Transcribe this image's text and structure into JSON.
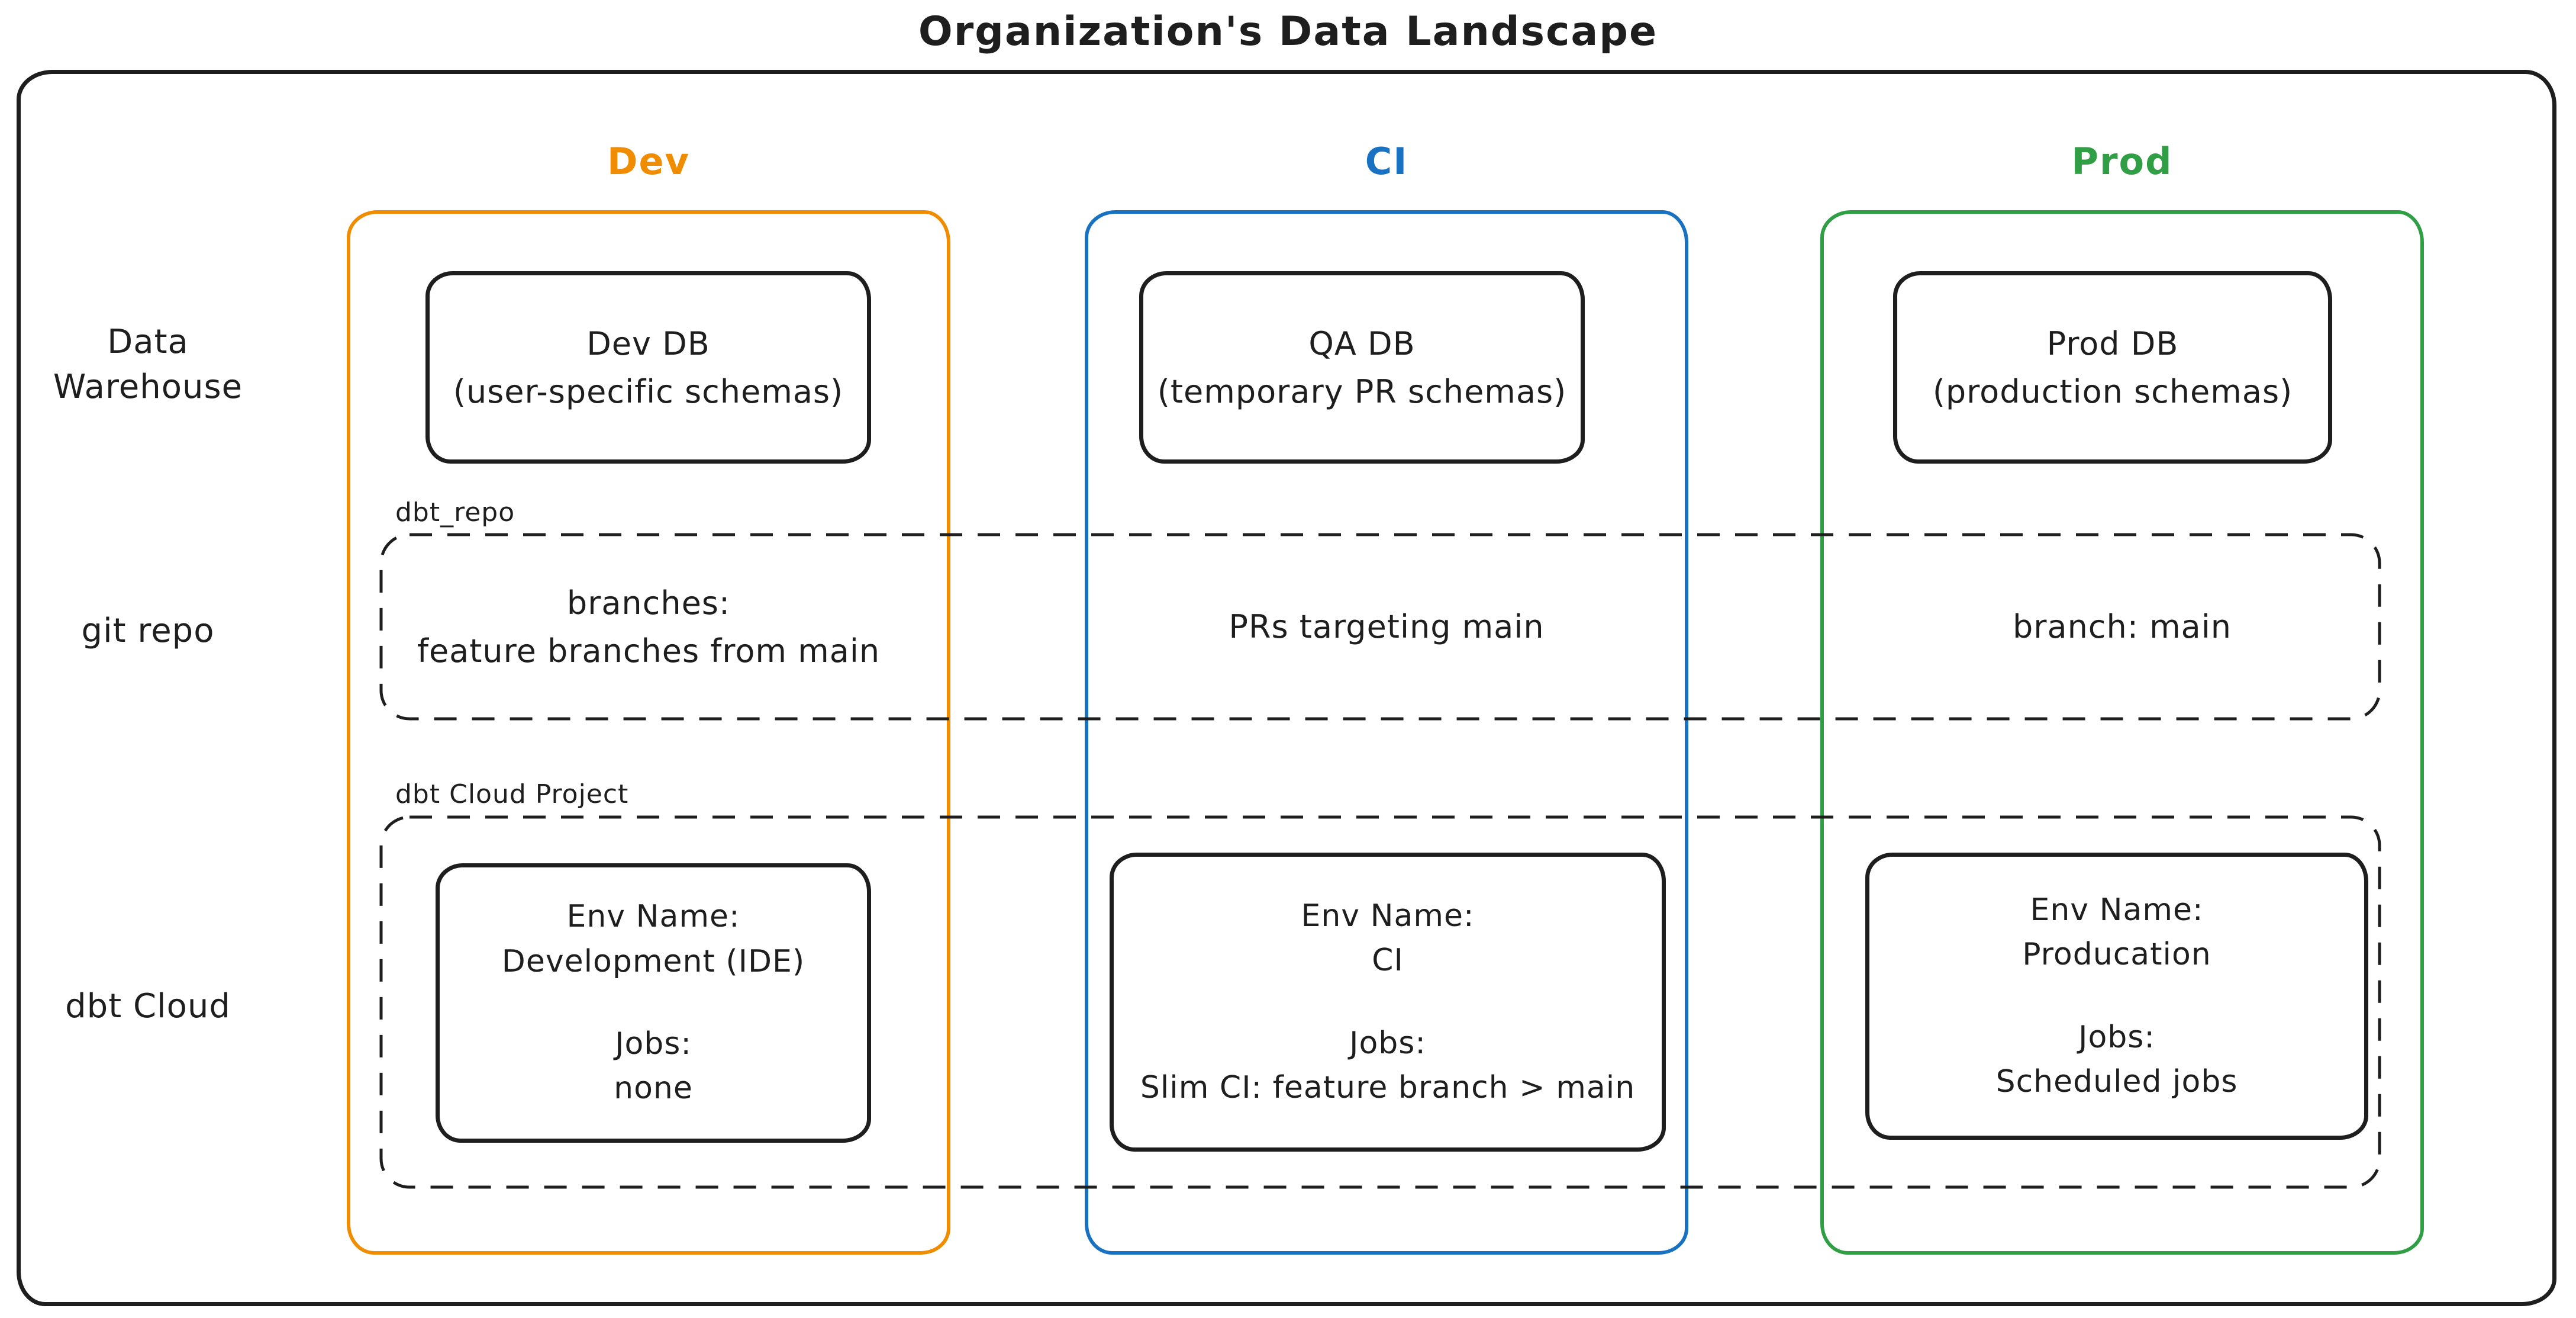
{
  "title": "Organization's Data Landscape",
  "colors": {
    "dev": "#f08c00",
    "ci": "#1971c2",
    "prod": "#2f9e44",
    "ink": "#1e1e1e",
    "background": "#ffffff"
  },
  "columns": [
    {
      "id": "dev",
      "label": "Dev"
    },
    {
      "id": "ci",
      "label": "CI"
    },
    {
      "id": "prod",
      "label": "Prod"
    }
  ],
  "row_labels": [
    {
      "label": "Data Warehouse"
    },
    {
      "label": "git repo"
    },
    {
      "label": "dbt Cloud"
    }
  ],
  "data_warehouse_row": {
    "dev": {
      "name": "Dev DB",
      "detail": "(user-specific schemas)"
    },
    "ci": {
      "name": "QA DB",
      "detail": "(temporary PR schemas)"
    },
    "prod": {
      "name": "Prod DB",
      "detail": "(production schemas)"
    }
  },
  "git_repo_row": {
    "group_label": "dbt_repo",
    "dev": {
      "line1": "branches:",
      "line2": "feature branches from main"
    },
    "ci": {
      "line1": "PRs targeting main",
      "line2": ""
    },
    "prod": {
      "line1": "branch: main",
      "line2": ""
    }
  },
  "dbt_cloud_row": {
    "group_label": "dbt Cloud Project",
    "dev": {
      "env_label": "Env Name:",
      "env_name": "Development (IDE)",
      "jobs_label": "Jobs:",
      "jobs": "none"
    },
    "ci": {
      "env_label": "Env Name:",
      "env_name": "CI",
      "jobs_label": "Jobs:",
      "jobs": "Slim CI: feature branch > main"
    },
    "prod": {
      "env_label": "Env Name:",
      "env_name": "Producation",
      "jobs_label": "Jobs:",
      "jobs": "Scheduled jobs"
    }
  }
}
